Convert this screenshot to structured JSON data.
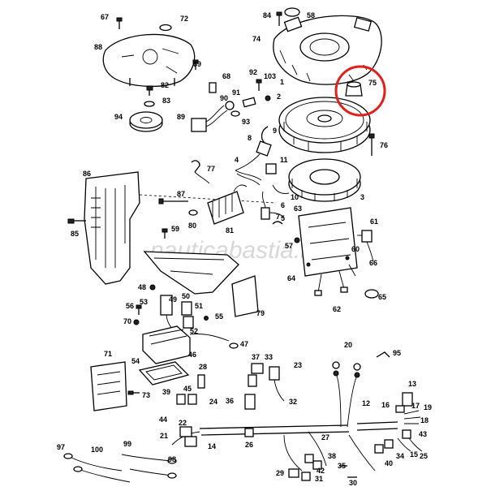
{
  "watermark": "nauticabastia.it",
  "highlight": {
    "color": "#e0201b",
    "target_label": "75"
  },
  "labels": [
    "67",
    "72",
    "84",
    "58",
    "74",
    "88",
    "69",
    "68",
    "82",
    "83",
    "92",
    "103",
    "1",
    "2",
    "75",
    "94",
    "89",
    "90",
    "91",
    "93",
    "9",
    "8",
    "76",
    "86",
    "4",
    "11",
    "77",
    "87",
    "10",
    "3",
    "85",
    "80",
    "81",
    "59",
    "5",
    "6",
    "7",
    "63",
    "61",
    "60",
    "57",
    "66",
    "48",
    "50",
    "53",
    "51",
    "49",
    "56",
    "70",
    "55",
    "79",
    "64",
    "62",
    "65",
    "52",
    "47",
    "46",
    "71",
    "54",
    "73",
    "28",
    "37",
    "33",
    "23",
    "20",
    "95",
    "39",
    "45",
    "24",
    "36",
    "32",
    "13",
    "16",
    "17",
    "19",
    "18",
    "12",
    "43",
    "44",
    "22",
    "21",
    "14",
    "26",
    "27",
    "38",
    "42",
    "97",
    "100",
    "99",
    "98",
    "29",
    "31",
    "35",
    "30",
    "40",
    "34",
    "15",
    "25"
  ]
}
